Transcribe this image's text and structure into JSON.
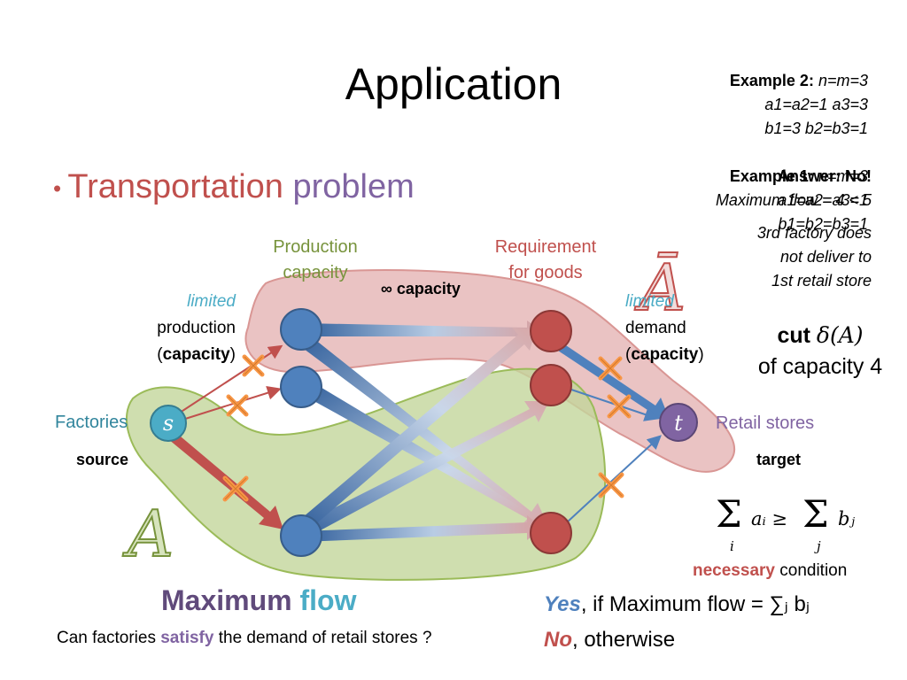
{
  "slide": {
    "title": "Application",
    "bullet": {
      "word1": "Transportation",
      "word2": "problem",
      "color1": "#c0504d",
      "color2": "#8064a2"
    }
  },
  "example2": {
    "heading": "Example 2:",
    "line1_rest": "n=m=3",
    "line2": "a1=a2=1  a3=3",
    "line3": "b1=3  b2=b3=1"
  },
  "overlapped_text": {
    "example1_heading": "Example 1:",
    "example1_line1": "n=m=3",
    "example1_line2": "a1=a2=a3=1",
    "example1_line3": "b1=b2=b3=1",
    "answer": "Answer: No!",
    "max_flow": "Maximum flow = 4 < 5",
    "note_line1": "3rd factory does",
    "note_line2": "not deliver to",
    "note_line3": "1st  retail store"
  },
  "labels": {
    "production_capacity": [
      "Production",
      "capacity"
    ],
    "requirement_for_goods": [
      "Requirement",
      "for goods"
    ],
    "infinite_capacity_symbol": "∞",
    "infinite_capacity_word": "capacity",
    "limited_left": "limited",
    "production": "production",
    "capacity_left": "capacity",
    "limited_right": "limited",
    "demand": "demand",
    "capacity_right": "capacity",
    "factories": "Factories",
    "retail_stores": "Retail stores",
    "source": "source",
    "target": "target",
    "node_s": "s",
    "node_t": "t",
    "set_a": "A",
    "set_a_bar": "Ā"
  },
  "cut": {
    "word": "cut",
    "formula": "δ(A)",
    "line2": "of capacity 4"
  },
  "condition": {
    "formula_sum_a": "Σ",
    "formula_a": "aᵢ ≥",
    "formula_sum_b": "Σ",
    "formula_b": "bⱼ",
    "sub_i": "i",
    "sub_j": "j",
    "necessary": "necessary",
    "condition": "condition"
  },
  "bottom": {
    "max_word": "Maximum",
    "flow_word": "flow",
    "question_pre": "Can factories",
    "question_satisfy": "satisfy",
    "question_post": "the demand of retail stores ?",
    "yes": "Yes",
    "yes_rest": ", if Maximum flow = ∑ⱼ bⱼ",
    "no": "No",
    "no_rest": ", otherwise"
  },
  "colors": {
    "green_region": "#c3d69b",
    "red_region": "#e6b9b8",
    "blue_node": "#4f81bd",
    "red_node": "#c0504d",
    "purple_node": "#8064a2",
    "teal_node": "#4bacc6",
    "cross": "#f79646"
  }
}
